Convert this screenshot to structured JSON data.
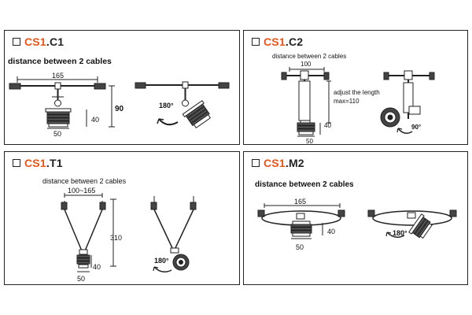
{
  "panels": [
    {
      "code_prefix": "CS1",
      "code_suffix": "C1",
      "title": "distance between 2 cables",
      "dims": {
        "width": "165",
        "height": "90",
        "body": "40",
        "base": "50"
      },
      "rotation": "180°"
    },
    {
      "code_prefix": "CS1",
      "code_suffix": "C2",
      "title": "distance between 2 cables",
      "dims": {
        "width": "100",
        "adjust1": "adjust the length",
        "adjust2": "max=110",
        "body": "40",
        "base": "50"
      },
      "rotation": "90°"
    },
    {
      "code_prefix": "CS1",
      "code_suffix": "T1",
      "title": "distance between 2 cables",
      "dims": {
        "width": "100~165",
        "height": "310",
        "body": "40",
        "base": "50"
      },
      "rotation": "180°"
    },
    {
      "code_prefix": "CS1",
      "code_suffix": "M2",
      "title": "distance between 2 cables",
      "dims": {
        "width": "165",
        "body": "40",
        "base": "50"
      },
      "rotation": "180°"
    }
  ],
  "colors": {
    "accent": "#e8541a",
    "line": "#222222"
  }
}
